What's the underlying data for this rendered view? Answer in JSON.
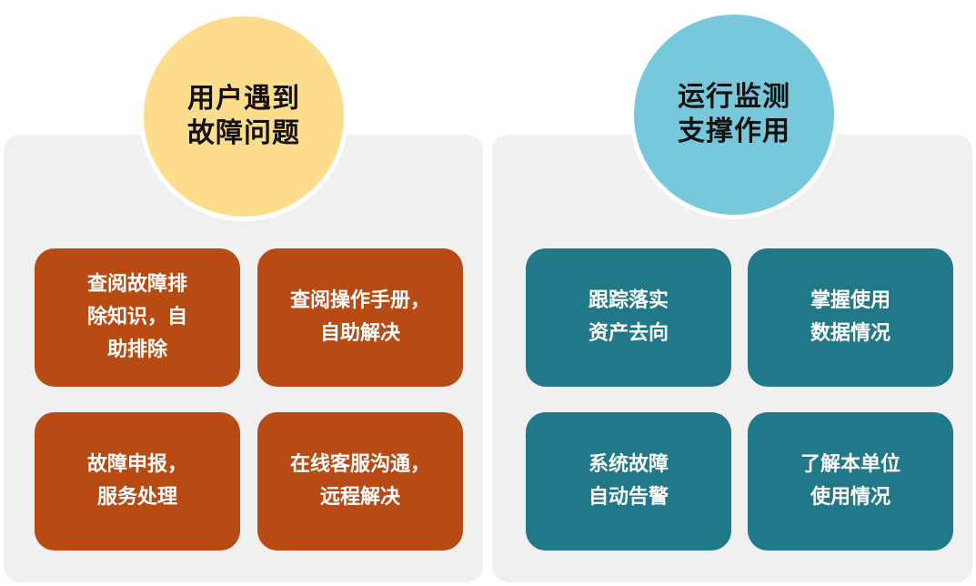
{
  "left": {
    "title_lines": [
      "用户遇到",
      "故障问题"
    ],
    "color": "#fddc8c",
    "card_color": "#b84a14",
    "cards": [
      {
        "lines": [
          "查阅故障排",
          "除知识，自",
          "助排除"
        ]
      },
      {
        "lines": [
          "查阅操作手册，",
          "自助解决"
        ]
      },
      {
        "lines": [
          "故障申报，",
          "服务处理"
        ]
      },
      {
        "lines": [
          "在线客服沟通，",
          "远程解决"
        ]
      }
    ]
  },
  "right": {
    "title_lines": [
      "运行监测",
      "支撑作用"
    ],
    "color": "#78c8dc",
    "card_color": "#217888",
    "cards": [
      {
        "lines": [
          "跟踪落实",
          "资产去向"
        ]
      },
      {
        "lines": [
          "掌握使用",
          "数据情况"
        ]
      },
      {
        "lines": [
          "系统故障",
          "自动告警"
        ]
      },
      {
        "lines": [
          "了解本单位",
          "使用情况"
        ]
      }
    ]
  }
}
